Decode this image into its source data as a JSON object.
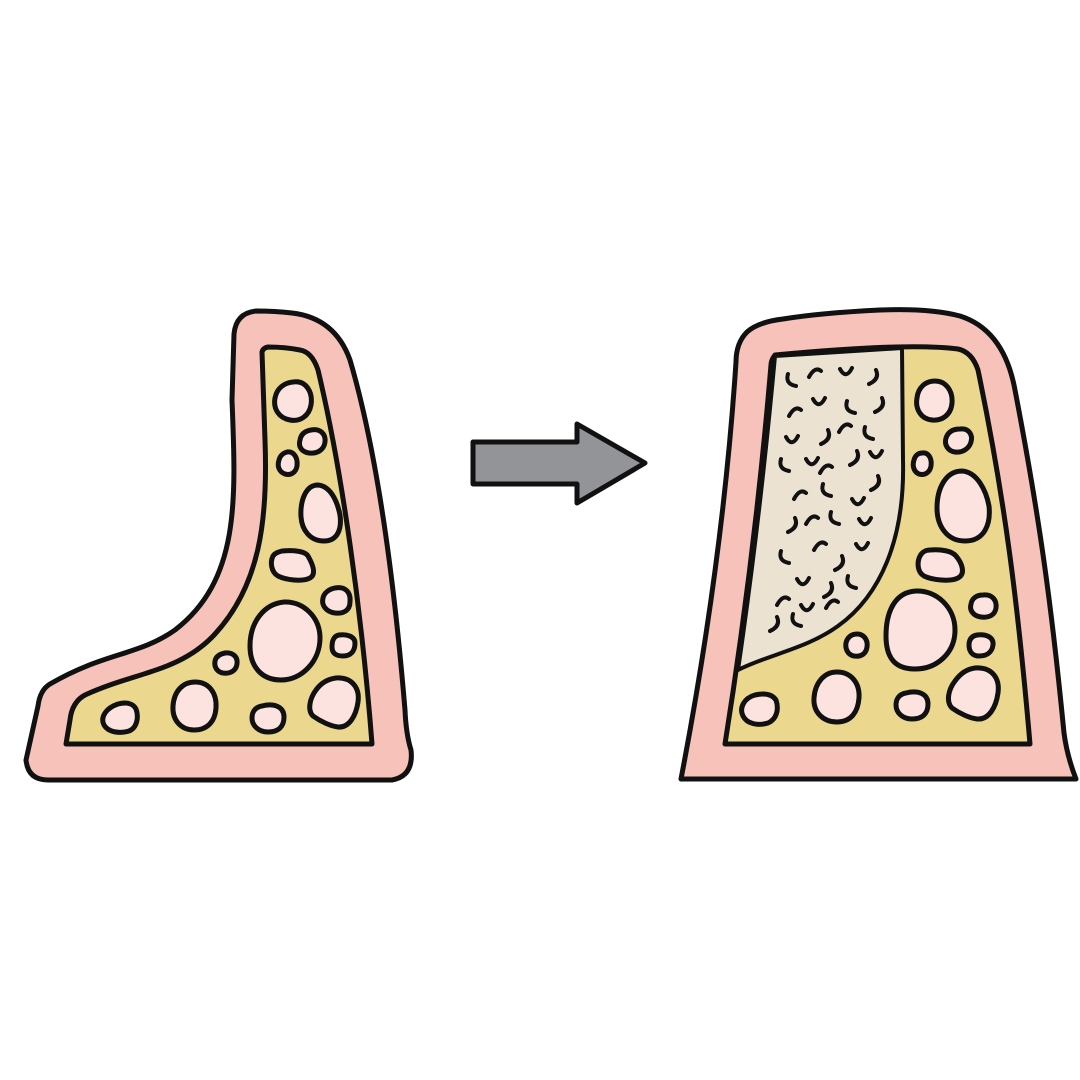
{
  "colors": {
    "background": "#ffffff",
    "outline": "#111111",
    "gum_tissue": "#f7c2ba",
    "cancellous_bone": "#ecd78e",
    "marrow_space": "#fce3df",
    "graft_material": "#ece2d2",
    "arrow": "#929497"
  },
  "panels": [
    {
      "name": "before-ridge",
      "graft": false
    },
    {
      "name": "after-ridge-augmented",
      "graft": true
    }
  ],
  "arrow": {
    "direction": "right",
    "icon": "right-arrow-icon"
  }
}
